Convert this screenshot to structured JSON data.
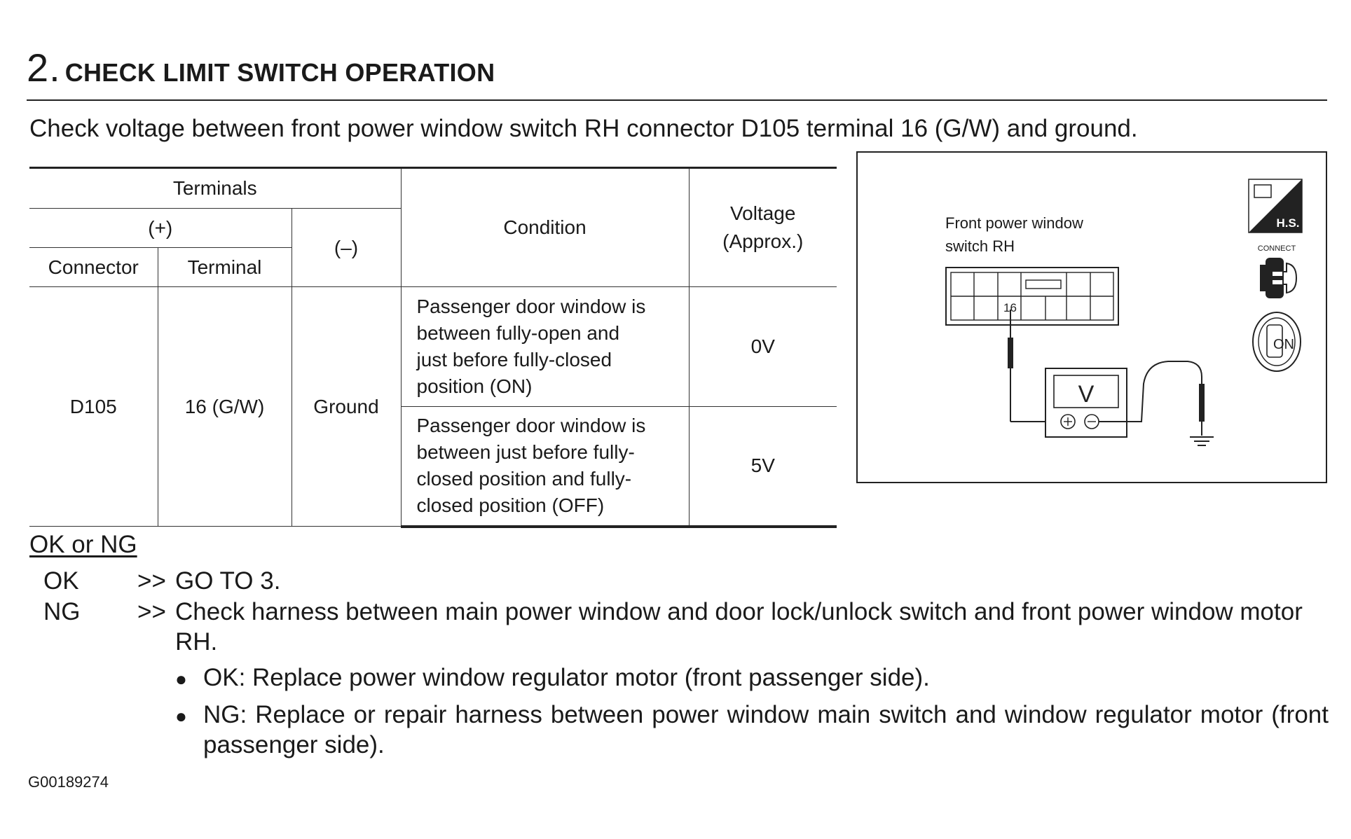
{
  "step": {
    "number": "2.",
    "title": "CHECK LIMIT SWITCH OPERATION"
  },
  "intro": "Check voltage between front power window switch RH connector D105 terminal 16 (G/W) and ground.",
  "table": {
    "headers": {
      "terminals": "Terminals",
      "plus": "(+)",
      "minus": "(–)",
      "connector": "Connector",
      "terminal": "Terminal",
      "condition": "Condition",
      "voltage_line1": "Voltage",
      "voltage_line2": "(Approx.)"
    },
    "connector": "D105",
    "terminal": "16 (G/W)",
    "ground": "Ground",
    "rows": [
      {
        "condition_lines": [
          "Passenger door window is",
          "between fully-open and",
          "just before fully-closed",
          "position (ON)"
        ],
        "voltage": "0V"
      },
      {
        "condition_lines": [
          "Passenger door window is",
          "between just before fully-",
          "closed position and fully-",
          "closed position (OFF)"
        ],
        "voltage": "5V"
      }
    ]
  },
  "diagram": {
    "label_line1": "Front power window",
    "label_line2": "switch RH",
    "terminal_number": "16",
    "meter_symbol": "V",
    "badge_hs": "H.S.",
    "badge_connect": "CONNECT",
    "key_on": "ON",
    "colors": {
      "line": "#222222"
    }
  },
  "result": {
    "heading": "OK or NG",
    "ok_label": "OK",
    "ok_arrow": ">>",
    "ok_text": "GO TO 3.",
    "ng_label": "NG",
    "ng_arrow": ">>",
    "ng_text": "Check harness between main power window and door lock/unlock switch and front power window motor RH.",
    "bullets": [
      "OK: Replace power window regulator motor (front passenger side).",
      "NG: Replace or repair harness between power window main switch and window regulator motor (front passenger side)."
    ]
  },
  "figure_id": "G00189274"
}
